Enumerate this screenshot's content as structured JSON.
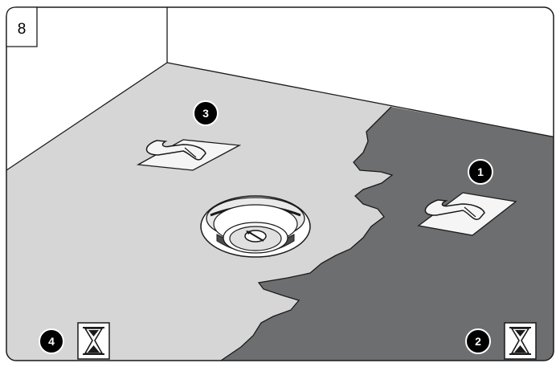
{
  "step_number": "8",
  "markers": [
    {
      "label": "1",
      "meaning": "trowel-application-dark-area"
    },
    {
      "label": "2",
      "meaning": "drying-wait-dark-area"
    },
    {
      "label": "3",
      "meaning": "trowel-application-light-area"
    },
    {
      "label": "4",
      "meaning": "drying-wait-light-area"
    }
  ],
  "colors": {
    "outline": "#1a1a1a",
    "wall": "#ffffff",
    "floor_light": "#d6d6d6",
    "floor_dark": "#6d6e70",
    "trowel": "#f2f2f2",
    "marker_fill": "#000000",
    "marker_text": "#ffffff"
  },
  "icons": {
    "trowel": "trowel-icon",
    "hourglass": "hourglass-icon",
    "drain": "floor-drain-icon"
  }
}
